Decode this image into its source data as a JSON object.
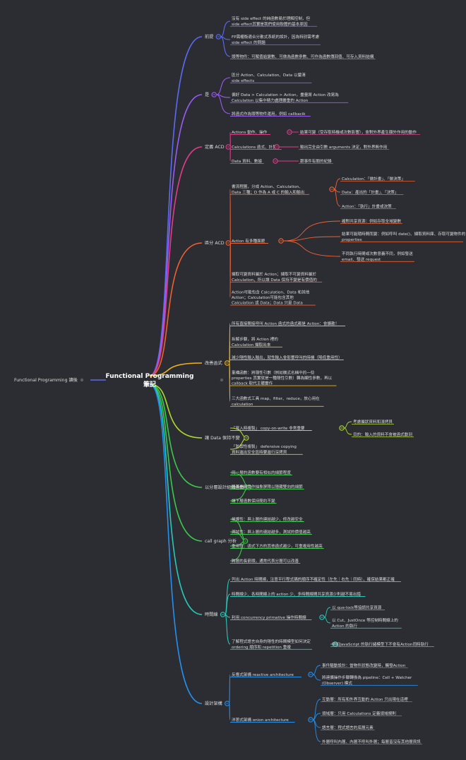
{
  "root": "Functional Programming\n筆記",
  "left_label": "Functional Programming 讀後",
  "colors": {
    "bg": "#2b2d33",
    "text": "#dcdcdc",
    "blue": "#5b6cf0",
    "purple": "#9a5cf0",
    "magenta": "#e23c8a",
    "orange": "#f06030",
    "amber": "#f0b418",
    "lime": "#b0d82c",
    "green": "#3cc84a",
    "teal": "#28c8b8",
    "sky": "#2490ee"
  },
  "branches": [
    {
      "label": "前提",
      "color": "blue",
      "children": [
        {
          "text": "沒有 side effect 的純函數易於理解控制，但\nside effect其實是我們使用軟體的基本原因"
        },
        {
          "text": "FP需權衡適合分散式系統的設計，因為特別需考慮\nside effect 的問題"
        },
        {
          "text": "頭等物件：可賦值給變數、可做為函數參數、可作為函數傳回值、可存入資料結構"
        }
      ]
    },
    {
      "label": "是",
      "color": "purple",
      "children": [
        {
          "text": "區分 Action、Calculation、Data 以釐清\nside effects"
        },
        {
          "text": "偏好 Data > Calculation > Action，盡量將 Action 改寫為\nCalculation 以集中精力處理嚴重的 Action"
        },
        {
          "text": "將函式作為頭等物件運用，例如 callbacik"
        }
      ]
    },
    {
      "label": "定義 ACD",
      "color": "magenta",
      "children": [
        {
          "text": "Actions 動作、操作",
          "children": [
            {
              "text": "結果可變（受存取時機或次數影響），會對外界產生額外作用的動作"
            }
          ]
        },
        {
          "text": "Calculations 函式、計算",
          "children": [
            {
              "text": "輸出完全由引數 arguments 決定，對外界無作用"
            }
          ]
        },
        {
          "text": "Data 資料、數據",
          "children": [
            {
              "text": "跟事件有關的紀錄"
            }
          ]
        }
      ]
    },
    {
      "label": "區分 ACD",
      "color": "orange",
      "children": [
        {
          "text": "書流程圖，分成 Action、Calculation、\nData 三種；D 作為 A 或 C 的輸入和輸出",
          "children": [
            {
              "text": "Calculation：「做計畫」、「做決策」"
            },
            {
              "text": "Data：產出的「計畫」、「決策」"
            },
            {
              "text": "Action：「執行」計畫或決策"
            }
          ]
        },
        {
          "text": "Action 有多種面貌",
          "children": [
            {
              "text": "確對共享資源：例如存取全域變數"
            },
            {
              "text": "結果可能隨時間而變：例如呼叫 date()、擷取資料庫、存取可變物件的\nproperties"
            },
            {
              "text": "不同執行時間或次數意義不同，例如發送\nemail、發送 request"
            }
          ]
        },
        {
          "text": "擷取可變資料屬於 Action；擷取不可變資料屬於\nCalculation，所以讓 Data 保持不變是有價值的"
        },
        {
          "text": "Action可能包含 Calculation、Data 和其他\nAction；Calculation可能包含其他\nCalculation 或 Data；Data 只是 Data"
        }
      ]
    },
    {
      "label": "改善函式",
      "color": "amber",
      "children": [
        {
          "text": "所有直接間接呼叫 Action 函式的函式都是 Action：會擴散！"
        },
        {
          "text": "拆解步驟，將 Action 裡的\nCalculation 擷取出來"
        },
        {
          "text": "減少隱性輸入輸出，就性輸入會影響呼叫的時機（降低重用性）"
        },
        {
          "text": "重構函數：將隱性引數（例如模式名稱中的一些\nproperties 其實就是一種隱性引數）轉為顯性參數，再以\ncallback 取代主體實作"
        },
        {
          "text": "三大函數式工具 map、filter、reduce，放心用在\ncalculation"
        }
      ]
    },
    {
      "label": "讓 Data 保持不變",
      "color": "lime",
      "children": [
        {
          "text": "「寫入時複製」  copy-on-write 非常重要",
          "children": [
            {
              "text": "考慮屬狀資料和淺拷貝"
            },
            {
              "text": "目的：輸入的資料不會被函式動到"
            }
          ]
        },
        {
          "text": "「防禦性複製」  defensive copying\n資料進出安全區時要進行深拷貝"
        }
      ]
    },
    {
      "label": "以分層設計組織函數",
      "color": "green",
      "children": [
        {
          "text": "同一層的函數要有相似的細節程度"
        },
        {
          "text": "將某些層當作抽象屏障以隱藏雙向的細節"
        },
        {
          "text": "讓下層函數保持簡約不變"
        }
      ]
    },
    {
      "label": "call graph 分析",
      "color": "green",
      "children": [
        {
          "text": "維護性：與上層的連結越少，修改越安全"
        },
        {
          "text": "測試性：與上層的連結越多，測試的價值越高"
        },
        {
          "text": "重用性：函式下方的其他函式越少，可重複用性越高"
        },
        {
          "text": "跨層的長箭頭，通常代表分層可以改善"
        }
      ]
    },
    {
      "label": "時間線",
      "color": "teal",
      "children": [
        {
          "text": "列出 Action 時間線，注意平行程式碼的順序不確定性（左先｜右先｜同時），確保結果都正確"
        },
        {
          "text": "時間線少、各時間線上的 action 少、多時間線間共享資源少則越不易出錯"
        },
        {
          "text": "利用 concurrency primative 操作時間線",
          "children": [
            {
              "text": "以 que-lock等協調共享資源"
            },
            {
              "text": "以 Cut、JustOnce 等控制時間線上的\nAction 的執行"
            }
          ]
        },
        {
          "text": "了解程式語言自身的隱性的時間模型如何決定\nordering 順序和 repetition 重複",
          "children": [
            {
              "text": "例如JavaScript 的執行緒模型下不會有Action同時執行"
            }
          ]
        }
      ]
    },
    {
      "label": "設計架構",
      "color": "sky",
      "children": [
        {
          "text": "反應式架構 reactive architecture",
          "children": [
            {
              "text": "事件驅動設計：當物件狀態改變時，觸發Action"
            },
            {
              "text": "將連擴操作步驟轉換為 pipeline：Cell + Watcher\n(Observer) 模式"
            }
          ]
        },
        {
          "text": "洋蔥式架構 onion architecture",
          "children": [
            {
              "text": "互動層：所有和外界互動的 Action 只出現在這裡"
            },
            {
              "text": "領域層：只用 Calculations 定義領域規則"
            },
            {
              "text": "語言層：程式語言的底層元素"
            },
            {
              "text": "外層呼叫內層、內層不呼叫外層；每層皆沒有其他層資訊"
            }
          ]
        }
      ]
    }
  ]
}
